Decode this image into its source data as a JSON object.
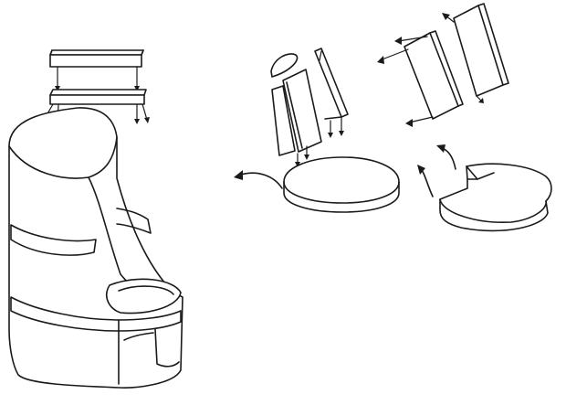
{
  "figure": {
    "background": "#ffffff",
    "ink_color": "#1a1a1a",
    "style": "hand-drawn pen sketch, no text",
    "groups": [
      "barrel-chair-assembly",
      "panel-slats-exploded",
      "round-seat-disc",
      "back-slab-pair",
      "cut-seat-disc"
    ]
  }
}
